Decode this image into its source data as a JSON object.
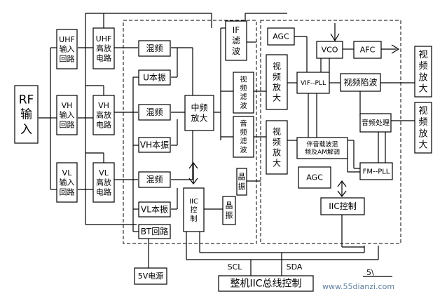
{
  "blocks": {
    "rf_input": "RF\n输\n入",
    "uhf_input": "UHF\n输入\n回路",
    "uhf_amp": "UHF\n高放\n电路",
    "vh_input": "VH\n输入\n回路",
    "vh_amp": "VH\n高放\n电路",
    "vl_input": "VL\n输入\n回路",
    "vl_amp": "VL\n高放\n电路",
    "mixer_1": "混频",
    "mixer_2": "混频",
    "mixer_3": "混频",
    "u_osc": "U本振",
    "vh_osc": "VH本振",
    "vl_osc": "VL本振",
    "bt_loop": "BT回路",
    "if_amp": "中频\n放大",
    "if_filter": "IF\n滤\n波",
    "video_filter": "视\n频\n滤\n波",
    "audio_filter": "音\n频\n滤\n波",
    "video_amp_1": "视\n频\n放\n大",
    "video_amp_2": "视\n频\n放\n大",
    "agc_top": "AGC",
    "agc_mid": "AGC",
    "vco": "VCO",
    "afc": "AFC",
    "vif_pll": "VIF--PLL",
    "video_trap": "视频陷波",
    "audio_proc": "音频处理",
    "demod": "伴音载波混\n频及AM解调",
    "fm_pll": "FM--PLL",
    "iic_ctrl_small": "IIC\n控\n制",
    "iic_ctrl": "IIC控制",
    "crystal_1": "晶\n振",
    "crystal_2": "晶\n振",
    "video_out_amp_1": "视\n频\n放\n大",
    "video_out_amp_2": "视\n频\n放\n大",
    "power_5v": "5V电源",
    "bus_ctrl": "整机IIC总线控制"
  },
  "labels": {
    "scl": "SCL",
    "sda": "SDA",
    "partial": "5\\"
  },
  "watermark": {
    "site": "www.55dianzi.com"
  }
}
